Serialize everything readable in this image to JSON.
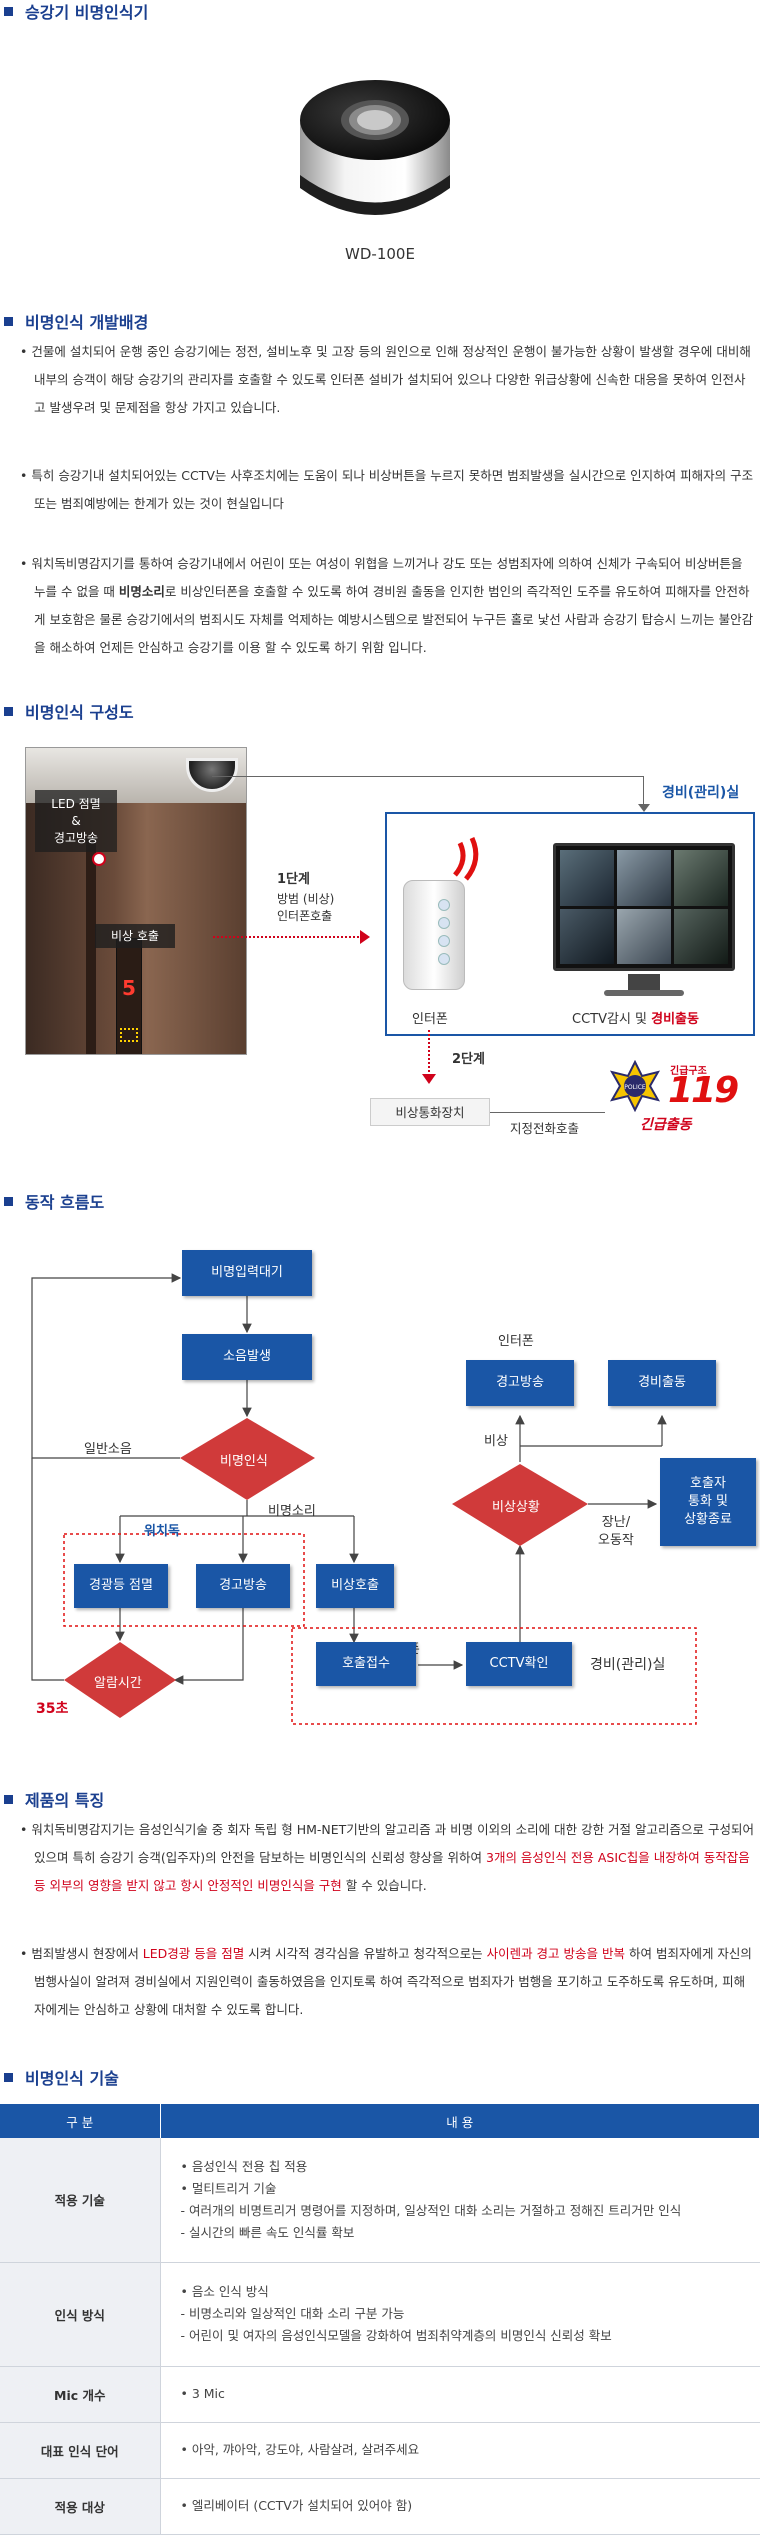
{
  "sec1": {
    "title": "승강기 비명인식기",
    "model": "WD-100E"
  },
  "sec2": {
    "title": "비명인식 개발배경",
    "p1": "• 건물에 설치되어 운행 중인 승강기에는 정전, 설비노후 및 고장 등의 원인으로 인해 정상적인 운행이 불가능한 상황이 발생할 경우에 대비해 내부의 승객이 해당 승강기의 관리자를 호출할 수 있도록 인터폰 설비가 설치되어 있으나 다양한 위급상황에 신속한 대응을 못하여 인전사고 발생우려 및 문제점을 항상 가지고 있습니다.",
    "p2": "• 특히 승강기내 설치되어있는 CCTV는 사후조치에는 도움이 되나 비상버튼을 누르지 못하면 범죄발생을 실시간으로 인지하여 피해자의 구조 또는 범죄예방에는 한계가 있는 것이 현실입니다",
    "p3a": "• 워치독비명감지기를 통하여 승강기내에서 어린이 또는 여성이 위협을 느끼거나 강도 또는 성범죄자에 의하여 신체가 구속되어 비상버튼을 누를 수 없을 때 ",
    "p3b": "비명소리",
    "p3c": "로 비상인터폰을 호출할 수 있도록 하여 경비원 출동을 인지한 범인의 즉각적인 도주를 유도하여 피해자를 안전하게 보호함은 물론 승강기에서의 범죄시도 자체를 억제하는 예방시스템으로 발전되어 누구든 홀로 낯선 사람과 승강기 탑승시 느끼는 불안감을 해소하여 언제든 안심하고 승강기를 이용 할 수 있도록 하기 위함 입니다."
  },
  "sec3": {
    "title": "비명인식 구성도",
    "led_label": "LED 점멸\n&\n경고방송",
    "emergency_call": "비상 호출",
    "floor": "5",
    "step1_title": "1단계",
    "step1_line1": "방범 (비상)",
    "step1_line2": "인터폰호출",
    "guard_room": "경비(관리)실",
    "intercom": "인터폰",
    "cctv_a": "CCTV감시 및 ",
    "cctv_b": "경비출동",
    "step2": "2단계",
    "emergency_device": "비상통화장치",
    "designated_call": "지정전화호출",
    "rescue_top": "긴급구조",
    "rescue_num": "119",
    "police": "POLICE",
    "dispatch": "긴급출동"
  },
  "sec4": {
    "title": "동작 흐름도",
    "standby": "비명입력대기",
    "noise": "소음발생",
    "scream_detect": "비명인식",
    "normal_noise": "일반소음",
    "scream_sound": "비명소리",
    "watchdog": "워치독",
    "warn_light": "경광등 점멸",
    "warn_broadcast": "경고방송",
    "emergency_call": "비상호출",
    "alarm_time": "알람시간",
    "seconds": "35초",
    "intercom_lbl": "인터폰",
    "call_accept": "호출접수",
    "cctv_check": "CCTV확인",
    "guard_room": "경비(관리)실",
    "emergency_status": "비상상황",
    "emergency_lbl": "비상",
    "intercom_top": "인터폰",
    "warn_broadcast2": "경고방송",
    "guard_dispatch": "경비출동",
    "prank_lbl": "장난/\n오동작",
    "end_call": "호출자\n통화 및\n상황종료"
  },
  "sec5": {
    "title": "제품의 특징",
    "p1a": "• 워치독비명감지기는 음성인식기술 중  회자 독립 형 HM-NET기반의  알고리즘 과 비명 이외의 소리에 대한 강한 거절 알고리즘으로 구성되어 있으며 특히 승강기 승객(입주자)의 안전을 담보하는 비명인식의 신뢰성 향상을 위하여 ",
    "p1b": "3개의 음성인식 전용 ASIC칩을 내장하여 동작잡음 등 외부의 영향을 받지 않고 항시 안정적인 비명인식을 구현",
    "p1c": " 할 수 있습니다.",
    "p2a": "• 범죄발생시 현장에서  ",
    "p2b": "LED경광 등을 점멸",
    "p2c": " 시켜 시각적 경각심을 유발하고 청각적으로는 ",
    "p2d": "사이렌과 경고 방송을 반복",
    "p2e": " 하여 범죄자에게 자신의 범행사실이 알려져 경비실에서 지원인력이 출동하였음을 인지토록 하여 즉각적으로 범죄자가 범행을 포기하고 도주하도록 유도하며, 피해자에게는 안심하고 상황에 대처할 수 있도록 합니다."
  },
  "sec6": {
    "title": "비명인식 기술",
    "head_k": "구 분",
    "head_v": "내 용",
    "r1k": "적용 기술",
    "r1v1": "• 음성인식 전용 칩 적용",
    "r1v2": "• 멀티트리거 기술",
    "r1v3": "- 여러개의 비명트리거 명령어를 지정하며, 일상적인 대화 소리는 거절하고 정해진 트리거만 인식",
    "r1v4": "- 실시간의 빠른 속도 인식률 확보",
    "r2k": "인식 방식",
    "r2v1": "• 음소 인식 방식",
    "r2v2": "- 비명소리와 일상적인 대화 소리 구분 가능",
    "r2v3": "- 어린이 및 여자의 음성인식모델을 강화하여 범죄취약계층의 비명인식 신뢰성 확보",
    "r3k": "Mic 개수",
    "r3v": "• 3 Mic",
    "r4k": "대표 인식 단어",
    "r4v": "• 아악, 꺄아악,  강도야, 사람살려, 살려주세요",
    "r5k": "적용 대상",
    "r5v": "• 엘리베이터 (CCTV가 설치되어 있어야 함)"
  }
}
